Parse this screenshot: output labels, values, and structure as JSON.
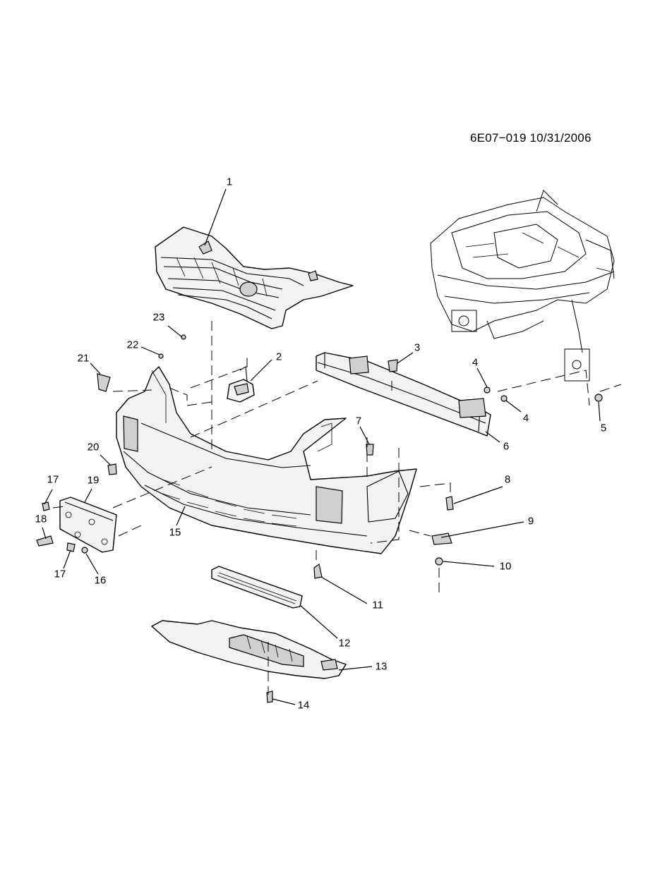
{
  "drawing_ref": "6E07−019  10/31/2006",
  "callouts": [
    {
      "id": "c1",
      "label": "1"
    },
    {
      "id": "c2",
      "label": "2"
    },
    {
      "id": "c3",
      "label": "3"
    },
    {
      "id": "c4a",
      "label": "4"
    },
    {
      "id": "c4b",
      "label": "4"
    },
    {
      "id": "c5",
      "label": "5"
    },
    {
      "id": "c6",
      "label": "6"
    },
    {
      "id": "c7",
      "label": "7"
    },
    {
      "id": "c8",
      "label": "8"
    },
    {
      "id": "c9",
      "label": "9"
    },
    {
      "id": "c10",
      "label": "10"
    },
    {
      "id": "c11",
      "label": "11"
    },
    {
      "id": "c12",
      "label": "12"
    },
    {
      "id": "c13",
      "label": "13"
    },
    {
      "id": "c14",
      "label": "14"
    },
    {
      "id": "c15",
      "label": "15"
    },
    {
      "id": "c16",
      "label": "16"
    },
    {
      "id": "c17a",
      "label": "17"
    },
    {
      "id": "c17b",
      "label": "17"
    },
    {
      "id": "c18",
      "label": "18"
    },
    {
      "id": "c19",
      "label": "19"
    },
    {
      "id": "c20",
      "label": "20"
    },
    {
      "id": "c21",
      "label": "21"
    },
    {
      "id": "c22",
      "label": "22"
    },
    {
      "id": "c23",
      "label": "23"
    }
  ]
}
